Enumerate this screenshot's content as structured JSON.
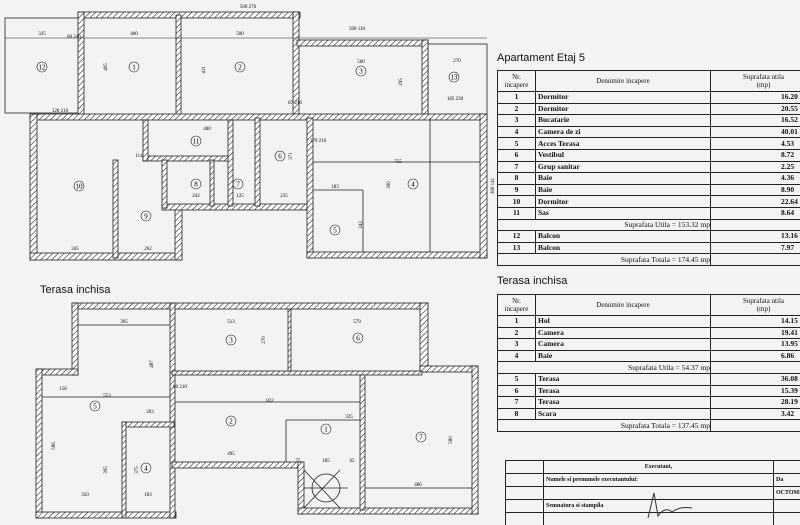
{
  "plan_top": {
    "rooms": [
      "1",
      "2",
      "3",
      "4",
      "5",
      "6",
      "7",
      "8",
      "9",
      "10",
      "11",
      "12",
      "13"
    ],
    "dimensions": [
      "325",
      "400",
      "500",
      "560",
      "270",
      "480",
      "755",
      "345",
      "262",
      "242",
      "125",
      "235",
      "183",
      "114",
      "411",
      "405",
      "295",
      "390",
      "343",
      "371",
      "500\n276",
      "500\n110",
      "360\n141",
      "120\n210",
      "87\n210",
      "179\n210",
      "185\n230",
      "80\n240"
    ]
  },
  "plan_bottom": {
    "title": "Terasa inchisa",
    "rooms": [
      "1",
      "2",
      "3",
      "4",
      "5",
      "6",
      "7"
    ],
    "dimensions": [
      "395",
      "513",
      "579",
      "553",
      "158",
      "203",
      "832",
      "495",
      "325",
      "350",
      "183",
      "486",
      "75",
      "185",
      "65",
      "487",
      "586",
      "395",
      "375",
      "270",
      "580",
      "80\n210"
    ]
  },
  "table_apartament": {
    "title": "Apartament Etaj 5",
    "headers": {
      "nr": "Nr.\nincapere",
      "name": "Denumire incapere",
      "area": "Suprafata utila\n(mp)"
    },
    "rows": [
      {
        "nr": "1",
        "name": "Dormitor",
        "area": "16.20"
      },
      {
        "nr": "2",
        "name": "Dormitor",
        "area": "20.55"
      },
      {
        "nr": "3",
        "name": "Bucatarie",
        "area": "16.52"
      },
      {
        "nr": "4",
        "name": "Camera de zi",
        "area": "40.01"
      },
      {
        "nr": "5",
        "name": "Acces Terasa",
        "area": "4.53"
      },
      {
        "nr": "6",
        "name": "Vestibul",
        "area": "8.72"
      },
      {
        "nr": "7",
        "name": "Grup sanitar",
        "area": "2.25"
      },
      {
        "nr": "8",
        "name": "Baie",
        "area": "4.36"
      },
      {
        "nr": "9",
        "name": "Baie",
        "area": "8.90"
      },
      {
        "nr": "10",
        "name": "Dormitor",
        "area": "22.64"
      },
      {
        "nr": "11",
        "name": "Sas",
        "area": "8.64"
      }
    ],
    "subtotal": "Suprafata Utila = 153.32 mp",
    "extra_rows": [
      {
        "nr": "12",
        "name": "Balcon",
        "area": "13.16"
      },
      {
        "nr": "13",
        "name": "Balcon",
        "area": "7.97"
      }
    ],
    "total": "Suprafata Totala = 174.45 mp"
  },
  "table_terasa": {
    "title": "Terasa inchisa",
    "headers": {
      "nr": "Nr.\nincapere",
      "name": "Denumire incapere",
      "area": "Suprafata utila\n(mp)"
    },
    "rows": [
      {
        "nr": "1",
        "name": "Hol",
        "area": "14.15"
      },
      {
        "nr": "2",
        "name": "Camera",
        "area": "19.41"
      },
      {
        "nr": "3",
        "name": "Camera",
        "area": "13.95"
      },
      {
        "nr": "4",
        "name": "Baie",
        "area": "6.86"
      }
    ],
    "subtotal": "Suprafata Utila = 54.37 mp",
    "extra_rows": [
      {
        "nr": "5",
        "name": "Terasa",
        "area": "36.08"
      },
      {
        "nr": "6",
        "name": "Terasa",
        "area": "15.39"
      },
      {
        "nr": "7",
        "name": "Terasa",
        "area": "28.19"
      },
      {
        "nr": "8",
        "name": "Scara",
        "area": "3.42"
      }
    ],
    "total": "Suprafata Totala = 137.45 mp"
  },
  "executant": {
    "header": "Executant,",
    "name_label": "Numele si prenumele executantului:",
    "signature_label": "Semnatura si stampila",
    "date_header": "Da",
    "date_value": "OCTOMBRIE"
  }
}
